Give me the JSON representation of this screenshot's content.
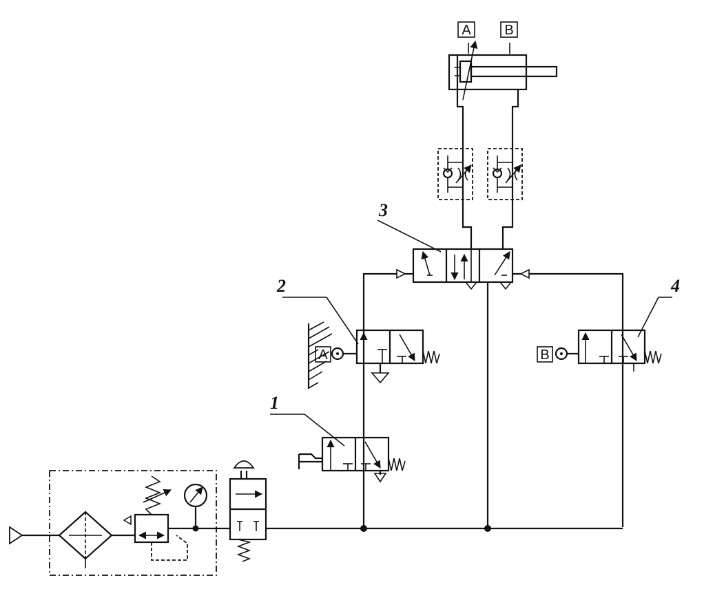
{
  "labels": {
    "valve1": "1",
    "valve2": "2",
    "valve3": "3",
    "valve4": "4"
  },
  "ports": {
    "a": "A",
    "b": "B"
  },
  "colors": {
    "line": "#111111",
    "background": "#ffffff"
  }
}
